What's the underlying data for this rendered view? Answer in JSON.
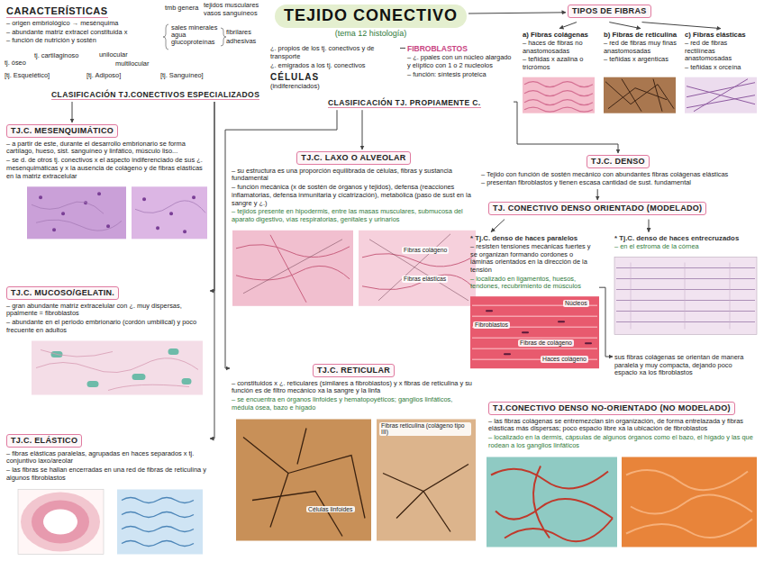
{
  "diagram": {
    "nodes": [
      {
        "text": [
          "TEJIDO CONECTIVO",
          "(tema 12 histología)"
        ]
      },
      {
        "text": [
          "CARACTERÍSTICAS",
          "– origen embriológico → mesénquima",
          "– abundante matriz extracel constituida x",
          "– función de nutrición y sostén"
        ]
      },
      {
        "text": [
          "¿. propios de los tj. conectivos y de transporte",
          "¿. emigrados a los tj. conectivos",
          "CÉLULAS",
          "(indiferenciados)"
        ]
      },
      {
        "text": [
          "FIBROBLASTOS",
          "– ¿. ppales con un núcleo alargado y elíptico con 1 o 2 nucleolos",
          "– función: síntesis proteica"
        ]
      },
      {
        "text": [
          "TIPOS DE FIBRAS"
        ]
      },
      {
        "text": [
          "a) Fibras colágenas",
          "– haces de fibras no anastomosadas",
          "– teñidas x azalina o tricrómos"
        ]
      },
      {
        "text": [
          "b) Fibras de reticulina",
          "– red de fibras muy finas anastomosadas",
          "– teñidas x argénticas"
        ]
      },
      {
        "text": [
          "c) Fibras elásticas",
          "– red de fibras rectilíneas anastomosadas",
          "– teñidas x orceína"
        ]
      },
      {
        "text": [
          "CLASIFICACIÓN TJ.CONECTIVOS ESPECIALIZADOS"
        ]
      },
      {
        "text": [
          "CLASIFICACIÓN TJ. PROPIAMENTE C."
        ]
      },
      {
        "text": [
          "TJ.C. MESENQUIMÁTICO",
          "– a partir de este, durante el desarrollo embrionario se forma cartílago, hueso, sist. sanguíneo y linfático, músculo liso...",
          "– se d. de otros tj. conectivos x el aspecto indiferenciado de sus ¿. mesenquimáticas y x la ausencia de colágeno y de fibras elásticas en la matriz extracelular"
        ]
      },
      {
        "text": [
          "TJ.C. MUCOSO/GELATIN.",
          "– gran abundante matriz extracelular con ¿. muy dispersas, ppalmente = fibroblastos",
          "– abundante en el periodo embrionario (cordón umbilical) y poco frecuente en adultos"
        ]
      },
      {
        "text": [
          "TJ.C. ELÁSTICO",
          "– fibras elásticas paralelas, agrupadas en haces separados x tj. conjuntivo laxo/areolar",
          "– las fibras se hallan encerradas en una red de fibras de reticulina y algunos fibroblastos"
        ]
      },
      {
        "text": [
          "TJ.C. LAXO O ALVEOLAR",
          "– su estructura es una proporción equilibrada de células, fibras y sustancia fundamental",
          "– función mecánica (x de sostén de órganos y tejidos), defensa (reacciones inflamatorias, defensa inmunitaria y cicatrización), metabólica (paso de sust en la sangre y ¿.)",
          "– tejidos presente en hipodermis, entre las masas musculares, submucosa del aparato digestivo, vías respiratorias, genitales y urinarios"
        ]
      },
      {
        "text": [
          "TJ.C. RETICULAR",
          "– constituidos x ¿. reticulares (similares a fibroblastos) y x fibras de reticulina y su función es de filtro mecánico xa la sangre y la linfa",
          "– se encuentra en órganos linfoides y hematopoyéticos; ganglios linfáticos, médula ósea, bazo e hígado"
        ]
      },
      {
        "text": [
          "TJ.C. DENSO",
          "– Tejido con función de sostén mecánico con abundantes fibras colágenas elásticas",
          "– presentan fibroblastos y tienen escasa cantidad de sust. fundamental"
        ]
      },
      {
        "text": [
          "TJ. CONECTIVO DENSO ORIENTADO (MODELADO)"
        ]
      },
      {
        "text": [
          "* Tj.C. denso de haces paralelos",
          "– resisten tensiones mecánicas fuertes y se organizan formando cordones o láminas orientados en la dirección de la tensión",
          "– localizado en ligamentos, huesos, tendones, recubrimiento de músculos"
        ]
      },
      {
        "text": [
          "* Tj.C. denso de haces entrecruzados",
          "– en el estroma de la córnea"
        ]
      },
      {
        "text": [
          "sus fibras colágenas se orientan de manera paralela y muy compacta, dejando poco espacio xa los fibroblastos"
        ]
      },
      {
        "text": [
          "TJ.CONECTIVO DENSO NO-ORIENTADO (NO MODELADO)",
          "– las fibras colágenas se entremezclan sin organización, de forma entrelazada y fibras elásticas más dispersas; poco espacio libre xa la ubicación de fibroblastos",
          "– localizado en la dermis, cápsulas de algunos órganos como el bazo, el hígado y las que rodean a los ganglios linfáticos"
        ]
      }
    ],
    "edges": [
      {
        "from": 0,
        "to": 4,
        "arrow": "to"
      },
      {
        "from": 2,
        "to": 3,
        "arrow": "none"
      },
      {
        "from": 4,
        "to": 5,
        "arrow": "to"
      },
      {
        "from": 4,
        "to": 6,
        "arrow": "to"
      },
      {
        "from": 4,
        "to": 7,
        "arrow": "to"
      },
      {
        "from": 8,
        "to": 10,
        "arrow": "to"
      },
      {
        "from": 8,
        "to": 11,
        "arrow": "to"
      },
      {
        "from": 8,
        "to": 12,
        "arrow": "to"
      },
      {
        "from": 9,
        "to": 13,
        "arrow": "to"
      },
      {
        "from": 9,
        "to": 14,
        "arrow": "to"
      },
      {
        "from": 9,
        "to": 15,
        "arrow": "to"
      },
      {
        "from": 15,
        "to": 16,
        "arrow": "to"
      },
      {
        "from": 16,
        "to": 17,
        "arrow": "to"
      },
      {
        "from": 16,
        "to": 18,
        "arrow": "to"
      },
      {
        "from": 17,
        "to": 19,
        "arrow": "to"
      }
    ],
    "labels": [
      "tmb genera",
      "tejidos musculares",
      "vasos sanguíneos",
      "sales minerales",
      "agua",
      "glucoproteínas",
      "fibrilares",
      "adhesivas",
      "tj. óseo",
      "tj. cartilaginoso",
      "unilocular",
      "multilocular",
      "[tj. Esquelético]",
      "[tj. Adiposo]",
      "[tj. Sanguíneo]",
      "Fibras colágeno",
      "Fibras elásticas",
      "Fibras reticulina (colágeno tipo III)",
      "Células linfoides",
      "Núcleos",
      "Fibroblastos",
      "Fibras de colágeno",
      "Haces colágeno"
    ]
  }
}
